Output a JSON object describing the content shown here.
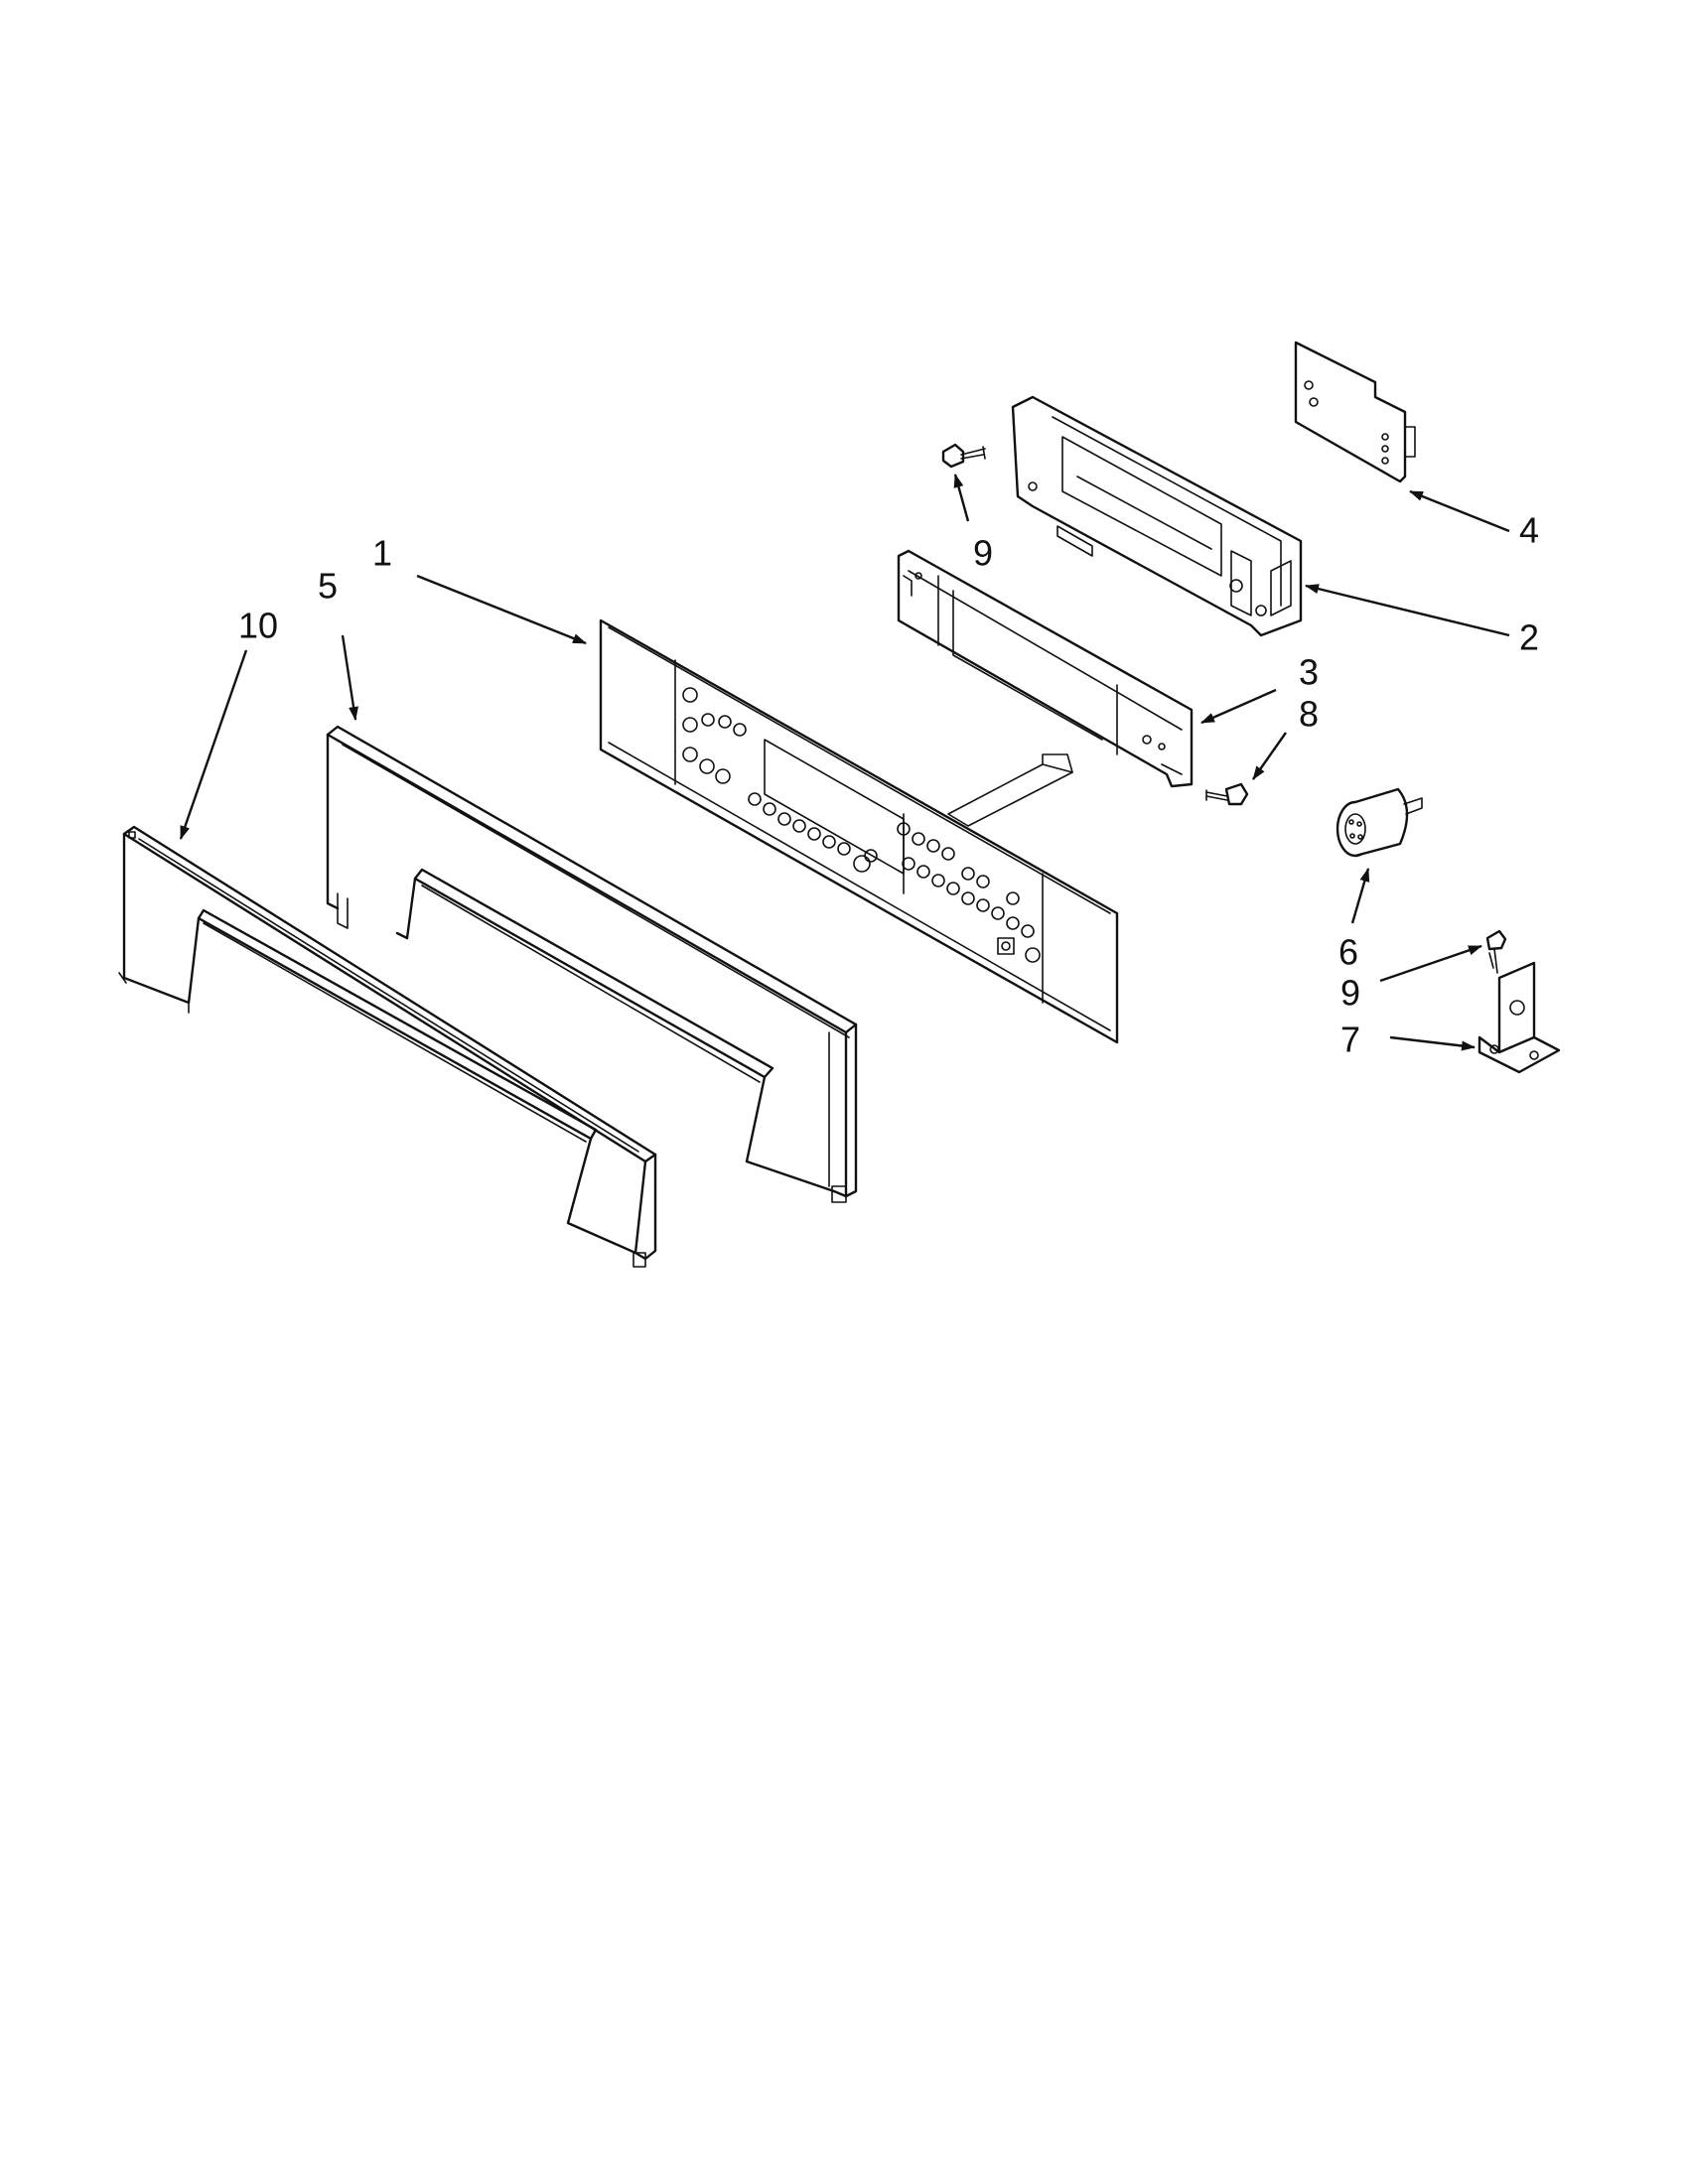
{
  "diagram": {
    "callouts": [
      {
        "id": "c1",
        "label": "1"
      },
      {
        "id": "c2",
        "label": "2"
      },
      {
        "id": "c3",
        "label": "3"
      },
      {
        "id": "c4",
        "label": "4"
      },
      {
        "id": "c5",
        "label": "5"
      },
      {
        "id": "c6",
        "label": "6"
      },
      {
        "id": "c7",
        "label": "7"
      },
      {
        "id": "c8",
        "label": "8"
      },
      {
        "id": "c9a",
        "label": "9"
      },
      {
        "id": "c9b",
        "label": "9"
      },
      {
        "id": "c10",
        "label": "10"
      }
    ]
  }
}
